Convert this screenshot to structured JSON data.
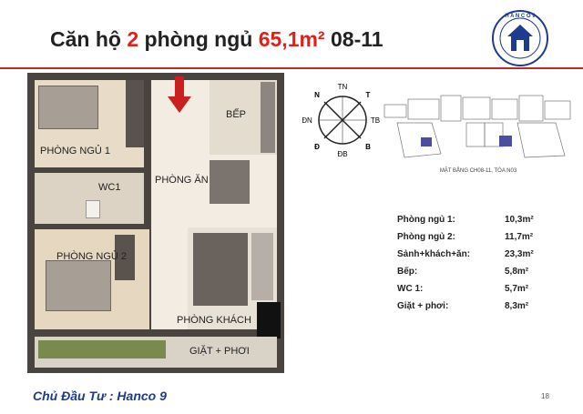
{
  "title": {
    "prefix": "Căn hộ",
    "count": "2",
    "mid": "phòng ngủ",
    "area": "65,1m²",
    "code": "08-11"
  },
  "logo": {
    "text": "HANCO9",
    "color": "#1d3b8f"
  },
  "rooms": {
    "bedroom1": "PHÒNG NGỦ 1",
    "wc1": "WC1",
    "kitchen": "BẾP",
    "dining": "PHÒNG ĂN",
    "bedroom2": "PHÒNG NGỦ 2",
    "living": "PHÒNG KHÁCH",
    "balcony": "GIẶT + PHƠI"
  },
  "compass": {
    "n": "N",
    "tn": "TN",
    "t": "T",
    "dn": "ĐN",
    "tb": "TB",
    "d": "Đ",
    "db": "ĐB",
    "b": "B"
  },
  "minimap": {
    "caption": "MẶT BẰNG CH08-11, TÒA N03"
  },
  "areas": [
    {
      "label": "Phòng ngủ 1:",
      "value": "10,3m²"
    },
    {
      "label": "Phòng ngủ 2:",
      "value": "11,7m²"
    },
    {
      "label": "Sảnh+khách+ăn:",
      "value": "23,3m²"
    },
    {
      "label": "Bếp:",
      "value": "5,8m²"
    },
    {
      "label": "WC 1:",
      "value": "5,7m²"
    },
    {
      "label": "Giặt + phơi:",
      "value": "8,3m²"
    }
  ],
  "owner": "Chủ Đầu Tư : Hanco 9",
  "page_number": "18",
  "colors": {
    "accent_red": "#e0201b",
    "brand_blue": "#1d3b8f"
  }
}
